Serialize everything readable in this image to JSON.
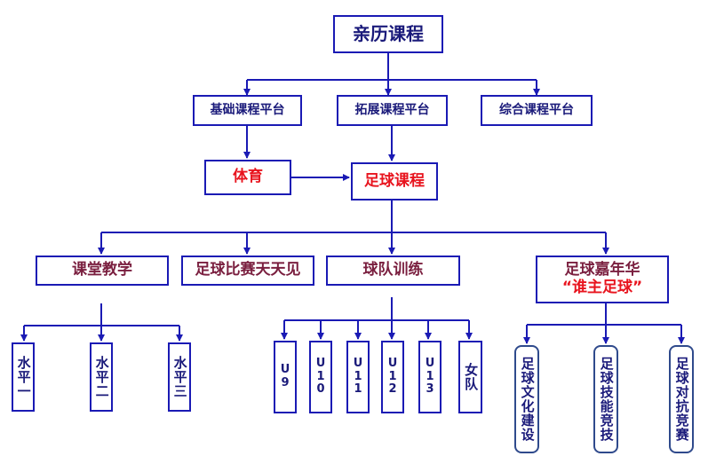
{
  "nodes": {
    "root": "亲历课程",
    "platforms": [
      "基础课程平台",
      "拓展课程平台",
      "综合课程平台"
    ],
    "pe": "体育",
    "football": "足球课程",
    "branches": [
      "课堂教学",
      "足球比赛天天见",
      "球队训练"
    ],
    "carnival_line1": "足球嘉年华",
    "carnival_line2": "“谁主足球”",
    "levels": [
      "水平一",
      "水平二",
      "水平三"
    ],
    "teams": [
      "U9",
      "U10",
      "U11",
      "U12",
      "U13",
      "女队"
    ],
    "activities": [
      "足球文化建设",
      "足球技能竞技",
      "足球对抗竞赛"
    ]
  },
  "colors": {
    "line": "#1a1ab4",
    "text_navy": "#1a1a7a",
    "text_maroon": "#7a1f3f",
    "text_red": "#e8141e"
  }
}
